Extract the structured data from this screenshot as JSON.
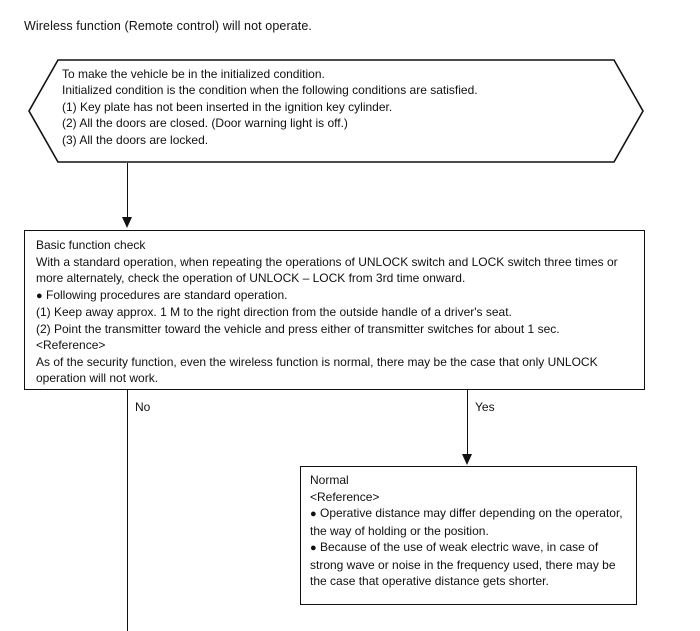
{
  "document": {
    "title": "Wireless function (Remote control) will not operate."
  },
  "condition_box": {
    "shape": "hexagon",
    "lines": [
      "To make the vehicle be in the initialized condition.",
      "Initialized condition is the condition when the following conditions are satisfied.",
      "(1) Key plate has not been inserted in the ignition key cylinder.",
      "(2) All the doors are closed. (Door warning light is off.)",
      "(3) All the doors are locked."
    ]
  },
  "check_box": {
    "shape": "rectangle",
    "heading": "Basic function check",
    "body_line_1": "With a standard operation, when repeating the operations of UNLOCK switch and LOCK switch three times or more alternately, check the operation of UNLOCK – LOCK from 3rd time onward.",
    "bullet_1": "Following procedures are standard operation.",
    "step_1": "(1) Keep away approx. 1 M to the right direction from the outside handle of a driver's seat.",
    "step_2": "(2) Point the transmitter toward the vehicle and press either of transmitter switches for about 1 sec.",
    "reference_label": "<Reference>",
    "reference_text": "As of the security function, even the wireless function is normal, there may be the case that only UNLOCK operation will not work."
  },
  "branches": {
    "no_label": "No",
    "yes_label": "Yes"
  },
  "result_box": {
    "shape": "rectangle",
    "heading": "Normal",
    "reference_label": "<Reference>",
    "bullet_1": "Operative distance may differ depending on the operator, the way of holding or the position.",
    "bullet_2": "Because of the use of weak electric wave, in case of strong wave or noise in the frequency used, there may be the case that operative distance gets shorter."
  },
  "style": {
    "ink_color": "#111111",
    "page_background": "#ffffff",
    "bullet_glyph": "●"
  }
}
